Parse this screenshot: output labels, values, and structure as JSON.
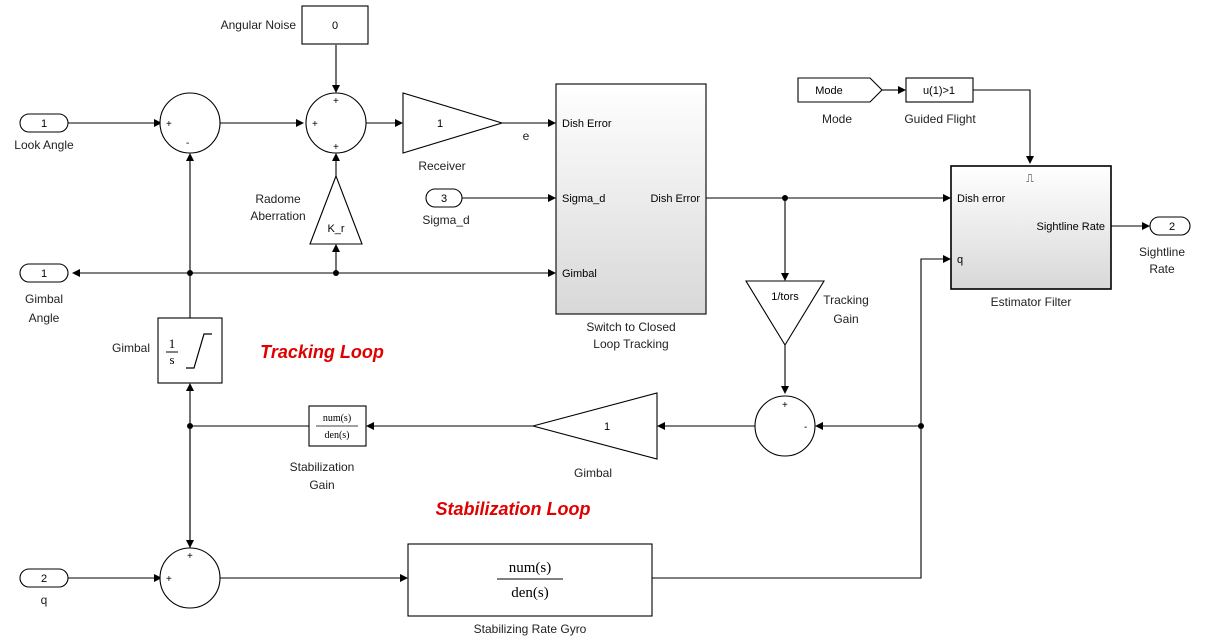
{
  "blocks": {
    "angular_noise": {
      "label": "Angular Noise",
      "value": "0"
    },
    "look_angle": {
      "port": "1",
      "label": "Look Angle"
    },
    "gimbal_angle": {
      "port": "1",
      "label_line1": "Gimbal",
      "label_line2": "Angle"
    },
    "sigma_d_in": {
      "port": "3",
      "label": "Sigma_d"
    },
    "q_in": {
      "port": "2",
      "label": "q"
    },
    "sightline_out": {
      "port": "2",
      "label_line1": "Sightline",
      "label_line2": "Rate"
    },
    "receiver": {
      "gain": "1",
      "label": "Receiver",
      "signal": "e"
    },
    "radome": {
      "gain": "K_r",
      "label_line1": "Radome",
      "label_line2": "Aberration"
    },
    "switch": {
      "in1": "Dish Error",
      "in2": "Sigma_d",
      "in3": "Gimbal",
      "out": "Dish Error",
      "label_line1": "Switch to Closed",
      "label_line2": "Loop Tracking"
    },
    "mode": {
      "text": "Mode",
      "label": "Mode"
    },
    "guided_flight": {
      "expr": "u(1)>1",
      "label": "Guided Flight"
    },
    "estimator": {
      "in1": "Dish error",
      "in2": "q",
      "out": "Sightline Rate",
      "label": "Estimator Filter",
      "trigger": "⎍"
    },
    "tracking_gain": {
      "gain": "1/tors",
      "label_line1": "Tracking",
      "label_line2": "Gain"
    },
    "gimbal_int": {
      "num": "1",
      "den": "s",
      "label": "Gimbal"
    },
    "gimbal_gain": {
      "gain": "1",
      "label": "Gimbal"
    },
    "stab_gain": {
      "num": "num(s)",
      "den": "den(s)",
      "label_line1": "Stabilization",
      "label_line2": "Gain"
    },
    "rate_gyro": {
      "num": "num(s)",
      "den": "den(s)",
      "label": "Stabilizing Rate Gyro"
    }
  },
  "annotations": {
    "tracking_loop": "Tracking Loop",
    "stabilization_loop": "Stabilization Loop"
  },
  "signs": {
    "plus": "+",
    "minus": "-"
  },
  "colors": {
    "annotation": "#e00000",
    "gradient_top": "#ffffff",
    "gradient_bottom": "#d8d8d8"
  }
}
